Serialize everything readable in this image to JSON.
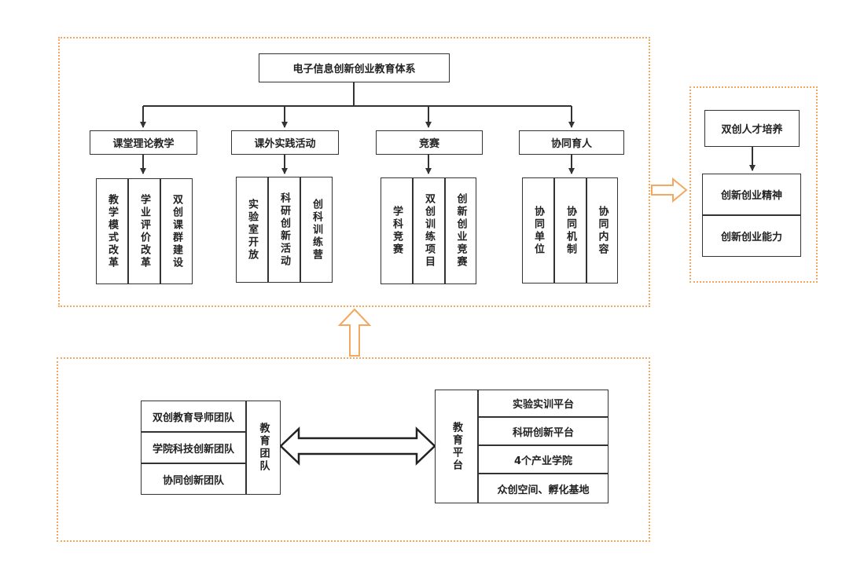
{
  "colors": {
    "region_border": "#f2a860",
    "arrow_orange": "#f2a860",
    "line": "#333333"
  },
  "system": {
    "root": "电子信息创新创业教育体系",
    "categories": [
      {
        "label": "课堂理论教学",
        "items": [
          "教学模式改革",
          "学业评价改革",
          "双创课群建设"
        ]
      },
      {
        "label": "课外实践活动",
        "items": [
          "实验室开放",
          "科研创新活动",
          "创科训练营"
        ]
      },
      {
        "label": "竞赛",
        "items": [
          "学科竞赛",
          "双创训练项目",
          "创新创业竞赛"
        ]
      },
      {
        "label": "协同育人",
        "items": [
          "协同单位",
          "协同机制",
          "协同内容"
        ]
      }
    ]
  },
  "outcome": {
    "title": "双创人才培养",
    "results": [
      "创新创业精神",
      "创新创业能力"
    ]
  },
  "support": {
    "teams": [
      "双创教育导师团队",
      "学院科技创新团队",
      "协同创新团队"
    ],
    "team_label": "教育团队",
    "platform_label": "教育平台",
    "platforms": [
      "实验实训平台",
      "科研创新平台",
      "4个产业学院",
      "众创空间、孵化基地"
    ]
  }
}
